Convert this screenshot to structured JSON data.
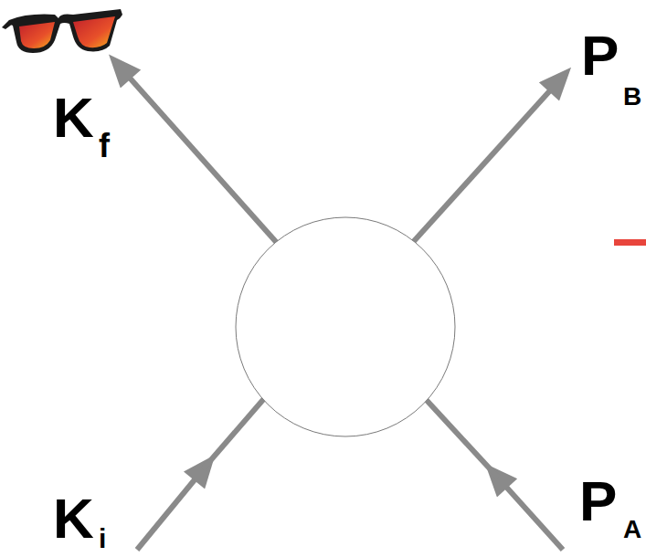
{
  "diagram": {
    "labels": [
      "K",
      "f",
      "P",
      "B",
      "K",
      "i",
      "P",
      "A"
    ]
  }
}
